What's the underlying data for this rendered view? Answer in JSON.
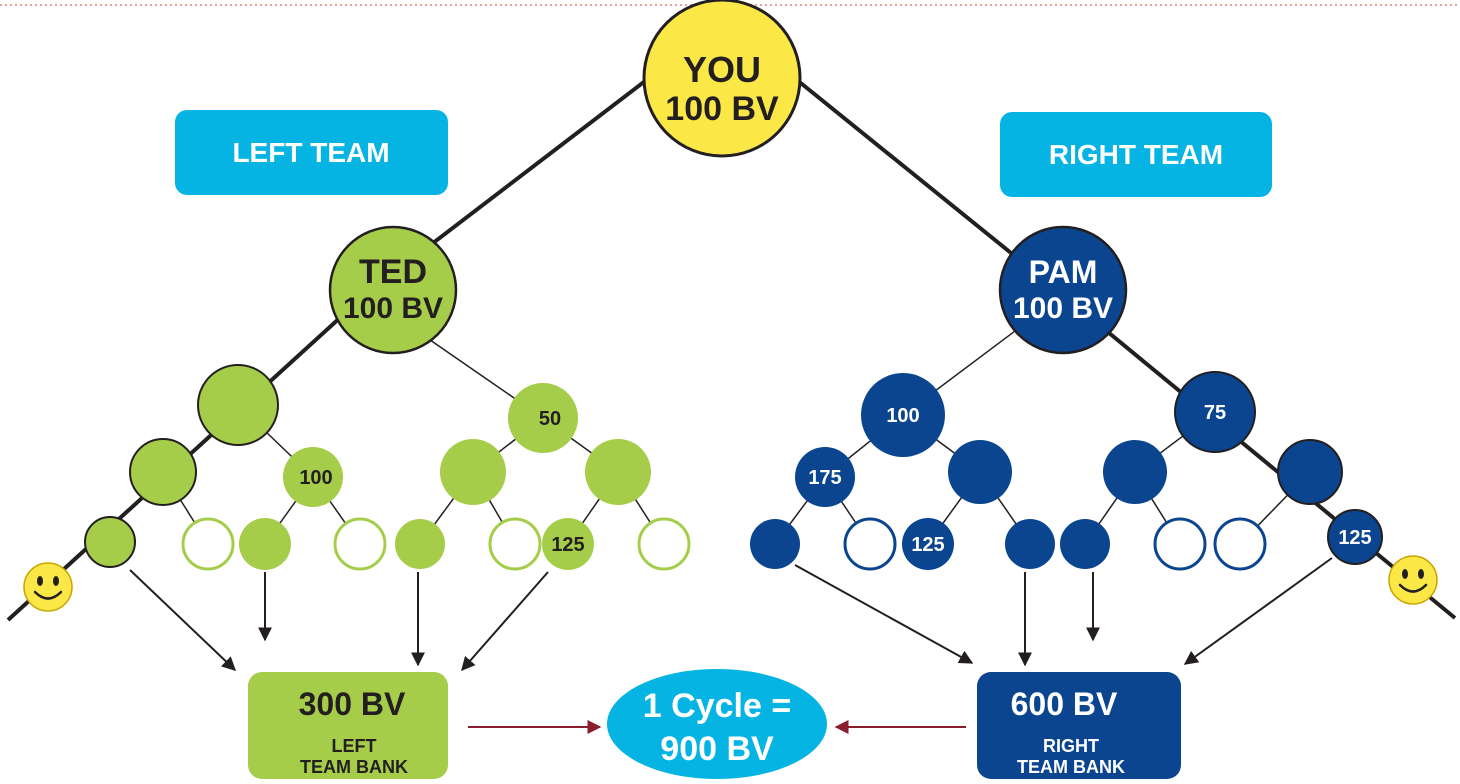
{
  "colors": {
    "green": "#a5cd4a",
    "navy": "#0b4590",
    "cyan": "#06b4e4",
    "yellow": "#fbe846",
    "dark_red": "#8b1e2e",
    "line": "#231f20"
  },
  "root": {
    "name": "YOU",
    "bv": "100 BV"
  },
  "teams": {
    "left": {
      "label": "LEFT TEAM"
    },
    "right": {
      "label": "RIGHT  TEAM"
    }
  },
  "leaders": {
    "left": {
      "name": "TED",
      "bv": "100 BV"
    },
    "right": {
      "name": "PAM",
      "bv": "100 BV"
    }
  },
  "left_nodes": [
    "",
    "50",
    "",
    "100",
    "",
    "",
    "",
    "",
    "",
    "",
    "",
    "125",
    ""
  ],
  "right_nodes": [
    "100",
    "75",
    "175",
    "",
    "",
    "",
    "",
    "",
    "125",
    "",
    "",
    "",
    "125"
  ],
  "banks": {
    "left": {
      "total": "300 BV",
      "line1": "LEFT",
      "line2": "TEAM BANK"
    },
    "right": {
      "total": "600 BV",
      "line1": "RIGHT",
      "line2": "TEAM BANK"
    }
  },
  "cycle": {
    "line1": "1 Cycle =",
    "line2": "900 BV"
  },
  "smiley_icons": [
    "smiley-face-icon",
    "smiley-face-icon"
  ]
}
